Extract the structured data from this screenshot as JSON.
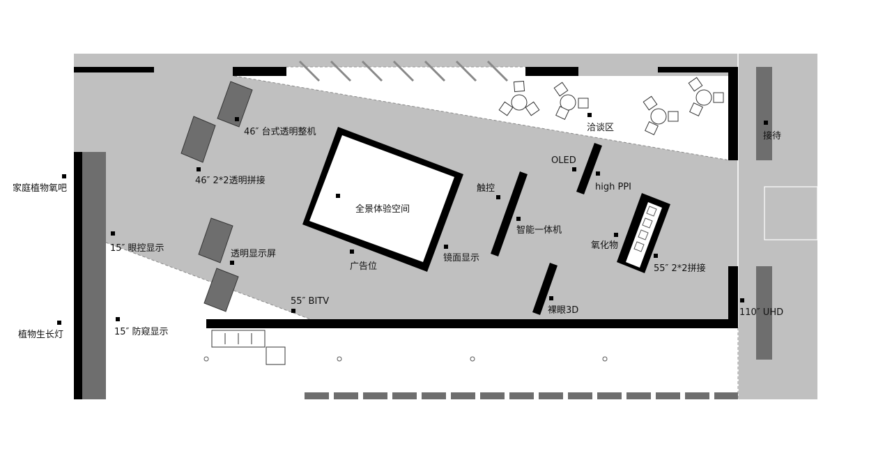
{
  "colors": {
    "floor": "#c0c0c0",
    "wall": "#000000",
    "screen": "#6e6e6e",
    "white": "#ffffff"
  },
  "labels": {
    "screen_46_desk": "46″ 台式透明整机",
    "screen_46_tile": "46″ 2*2透明拼接",
    "home_oxygen_bar": "家庭植物氧吧",
    "eye_control": "15″ 眼控显示",
    "transparent_screen": "透明显示屏",
    "privacy_display": "15″ 防窥显示",
    "grow_light": "植物生长灯",
    "bitv": "55″ BITV",
    "ad_space": "广告位",
    "panorama": "全景体验空间",
    "mirror_display": "镜面显示",
    "touch": "触控",
    "smart_all_in_one": "智能一体机",
    "glasses_free_3d": "裸眼3D",
    "oled": "OLED",
    "high_ppi": "high PPI",
    "oxide": "氧化物",
    "tile_55": "55″ 2*2拼接",
    "uhd_110": "110″ UHD",
    "negotiation": "洽谈区",
    "reception": "接待"
  }
}
